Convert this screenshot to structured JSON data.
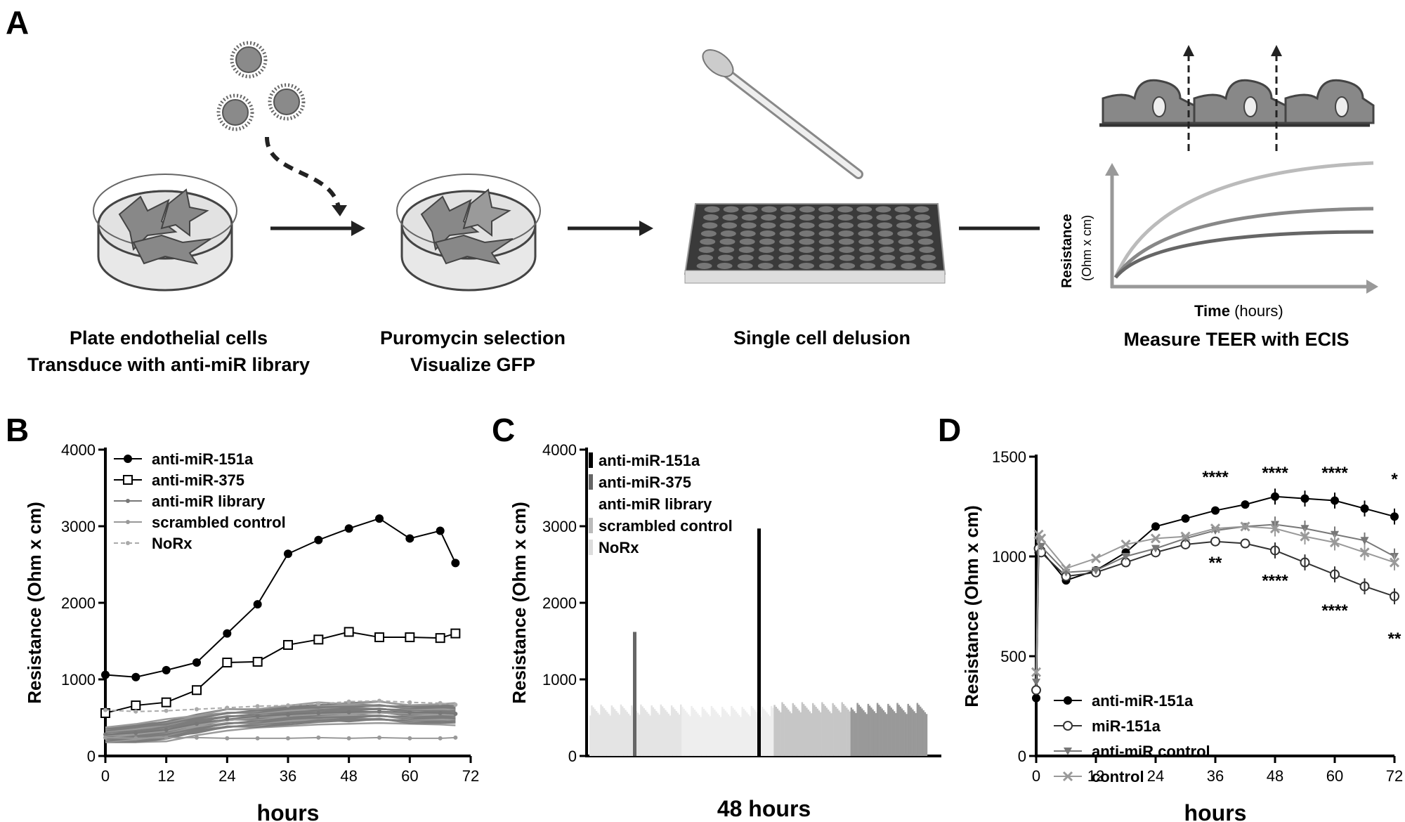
{
  "panel_a": {
    "letter": "A",
    "steps": [
      {
        "line1": "Plate endothelial cells",
        "line2": "Transduce with anti-miR library"
      },
      {
        "line1": "Puromycin selection",
        "line2": "Visualize GFP"
      },
      {
        "line1": "Single cell delusion",
        "line2": ""
      },
      {
        "line1": "Measure TEER with ECIS",
        "line2": ""
      }
    ],
    "mini_chart": {
      "ylabel_bold": "Resistance",
      "ylabel_unit": "(Ohm x cm)",
      "xlabel_bold": "Time",
      "xlabel_unit": "(hours)"
    }
  },
  "chart_data": [
    {
      "panel": "B",
      "type": "line",
      "xlabel": "hours",
      "ylabel": "Resistance (Ohm x cm)",
      "xlim": [
        0,
        72
      ],
      "ylim": [
        0,
        4000
      ],
      "xticks": [
        "0",
        "12",
        "24",
        "36",
        "48",
        "60",
        "72"
      ],
      "yticks": [
        "0",
        "1000",
        "2000",
        "3000",
        "4000"
      ],
      "legend": [
        "anti-miR-151a",
        "anti-miR-375",
        "anti-miR library",
        "scrambled control",
        "NoRx"
      ],
      "legend_position": "top-left",
      "series": [
        {
          "name": "anti-miR-151a",
          "color": "#000000",
          "marker": "filled-circle",
          "x": [
            0,
            6,
            12,
            18,
            24,
            30,
            36,
            42,
            48,
            54,
            60,
            66,
            69
          ],
          "y": [
            1060,
            1030,
            1120,
            1220,
            1600,
            1980,
            2640,
            2820,
            2970,
            3100,
            2840,
            2940,
            2520
          ]
        },
        {
          "name": "anti-miR-375",
          "color": "#000000",
          "marker": "open-square",
          "x": [
            0,
            6,
            12,
            18,
            24,
            30,
            36,
            42,
            48,
            54,
            60,
            66,
            69
          ],
          "y": [
            560,
            660,
            700,
            860,
            1220,
            1230,
            1450,
            1520,
            1620,
            1550,
            1550,
            1540,
            1600
          ]
        },
        {
          "name": "anti-miR library",
          "color": "#777777",
          "marker": "small-dot",
          "x": [
            0,
            6,
            12,
            18,
            24,
            30,
            36,
            42,
            48,
            54,
            60,
            66,
            69
          ],
          "y": [
            280,
            300,
            340,
            420,
            480,
            520,
            540,
            560,
            570,
            580,
            570,
            560,
            550
          ]
        },
        {
          "name": "scrambled control",
          "color": "#999999",
          "marker": "small-dot",
          "x": [
            0,
            6,
            12,
            18,
            24,
            30,
            36,
            42,
            48,
            54,
            60,
            66,
            69
          ],
          "y": [
            240,
            230,
            240,
            240,
            230,
            230,
            230,
            240,
            230,
            240,
            230,
            230,
            240
          ]
        },
        {
          "name": "NoRx",
          "color": "#aaaaaa",
          "marker": "small-dot",
          "dashed": true,
          "x": [
            0,
            6,
            12,
            18,
            24,
            30,
            36,
            42,
            48,
            54,
            60,
            66,
            69
          ],
          "y": [
            600,
            580,
            590,
            610,
            630,
            650,
            660,
            680,
            710,
            720,
            700,
            690,
            670
          ]
        }
      ]
    },
    {
      "panel": "C",
      "type": "bar",
      "xlabel": "48 hours",
      "ylabel": "Resistance (Ohm x cm)",
      "ylim": [
        0,
        4000
      ],
      "yticks": [
        "0",
        "1000",
        "2000",
        "3000",
        "4000"
      ],
      "legend": [
        "anti-miR-151a",
        "anti-miR-375",
        "anti-miR library",
        "scrambled control",
        "NoRx"
      ],
      "legend_position": "top-left",
      "groups": [
        {
          "name": "NoRx",
          "color": "#e4e4e4",
          "count": 60,
          "approx_value": 600
        },
        {
          "name": "anti-miR library",
          "color": "#eeeeee",
          "count": 60,
          "approx_value": 580
        },
        {
          "name": "scrambled control",
          "color": "#c6c6c6",
          "count": 50,
          "approx_value": 630
        },
        {
          "name": "scrambled control",
          "color": "#999999",
          "count": 50,
          "approx_value": 620
        }
      ],
      "highlights": [
        {
          "name": "anti-miR-375",
          "color": "#666666",
          "value": 1620
        },
        {
          "name": "anti-miR-151a",
          "color": "#000000",
          "value": 2970
        }
      ]
    },
    {
      "panel": "D",
      "type": "line",
      "xlabel": "hours",
      "ylabel": "Resistance (Ohm x cm)",
      "xlim": [
        0,
        72
      ],
      "ylim": [
        0,
        1500
      ],
      "xticks": [
        "0",
        "12",
        "24",
        "36",
        "48",
        "60",
        "72"
      ],
      "yticks": [
        "0",
        "500",
        "1000",
        "1500"
      ],
      "legend": [
        "anti-miR-151a",
        "miR-151a",
        "anti-miR control",
        "control"
      ],
      "legend_position": "bottom-left",
      "series": [
        {
          "name": "anti-miR-151a",
          "color": "#000000",
          "marker": "filled-circle",
          "x": [
            0,
            0.5,
            1,
            6,
            12,
            18,
            24,
            30,
            36,
            42,
            48,
            54,
            60,
            66,
            72
          ],
          "y": [
            290,
            1020,
            1030,
            880,
            930,
            1020,
            1150,
            1190,
            1230,
            1260,
            1300,
            1290,
            1280,
            1240,
            1200
          ]
        },
        {
          "name": "miR-151a",
          "color": "#333333",
          "marker": "open-circle",
          "x": [
            0,
            0.5,
            1,
            6,
            12,
            18,
            24,
            30,
            36,
            42,
            48,
            54,
            60,
            66,
            72
          ],
          "y": [
            330,
            1040,
            1020,
            900,
            920,
            970,
            1020,
            1060,
            1075,
            1065,
            1030,
            970,
            910,
            850,
            800
          ]
        },
        {
          "name": "anti-miR control",
          "color": "#777777",
          "marker": "triangle-down",
          "x": [
            0,
            0.5,
            1,
            6,
            12,
            18,
            24,
            30,
            36,
            42,
            48,
            54,
            60,
            66,
            72
          ],
          "y": [
            370,
            1080,
            1050,
            920,
            930,
            1000,
            1040,
            1090,
            1130,
            1150,
            1160,
            1140,
            1110,
            1080,
            1000
          ]
        },
        {
          "name": "control",
          "color": "#999999",
          "marker": "x",
          "x": [
            0,
            0.5,
            1,
            6,
            12,
            18,
            24,
            30,
            36,
            42,
            48,
            54,
            60,
            66,
            72
          ],
          "y": [
            420,
            1110,
            1090,
            940,
            990,
            1060,
            1090,
            1100,
            1140,
            1150,
            1140,
            1100,
            1070,
            1020,
            970
          ]
        }
      ],
      "annotations": [
        {
          "text": "****",
          "x": 36,
          "y": 1370
        },
        {
          "text": "****",
          "x": 48,
          "y": 1390
        },
        {
          "text": "****",
          "x": 60,
          "y": 1390
        },
        {
          "text": "*",
          "x": 72,
          "y": 1360
        },
        {
          "text": "**",
          "x": 36,
          "y": 940
        },
        {
          "text": "****",
          "x": 48,
          "y": 850
        },
        {
          "text": "****",
          "x": 60,
          "y": 700
        },
        {
          "text": "**",
          "x": 72,
          "y": 560
        }
      ]
    }
  ]
}
